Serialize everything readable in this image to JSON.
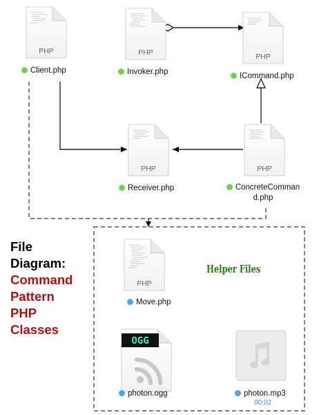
{
  "diagram": {
    "title_lines": [
      {
        "text": "File",
        "color": "#000000"
      },
      {
        "text": "Diagram:",
        "color": "#000000"
      },
      {
        "text": "Command",
        "color": "#b0100e"
      },
      {
        "text": "Pattern",
        "color": "#b0100e"
      },
      {
        "text": "PHP",
        "color": "#b0100e"
      },
      {
        "text": "Classes",
        "color": "#b0100e"
      }
    ],
    "helper_title": "Helper Files"
  },
  "files": {
    "client": {
      "name": "Client.php",
      "type": "PHP",
      "status": "green"
    },
    "invoker": {
      "name": "Invoker.php",
      "type": "PHP",
      "status": "green"
    },
    "icommand": {
      "name": "ICommand.php",
      "type": "PHP",
      "status": "green"
    },
    "receiver": {
      "name": "Receiver.php",
      "type": "PHP",
      "status": "green"
    },
    "concrete": {
      "name_line1": "ConcreteComman",
      "name_line2": "d.php",
      "type": "PHP",
      "status": "green"
    },
    "move": {
      "name": "Move.php",
      "type": "PHP",
      "status": "blue"
    },
    "photon_ogg": {
      "name": "photon.ogg",
      "badge": "OGG",
      "status": "blue"
    },
    "photon_mp3": {
      "name": "photon.mp3",
      "duration": "00:02",
      "status": "blue"
    }
  },
  "colors": {
    "status_green": "#6fd24a",
    "status_blue": "#4aa8ec",
    "title_red": "#b0100e",
    "helper_green": "#2e7d12"
  }
}
